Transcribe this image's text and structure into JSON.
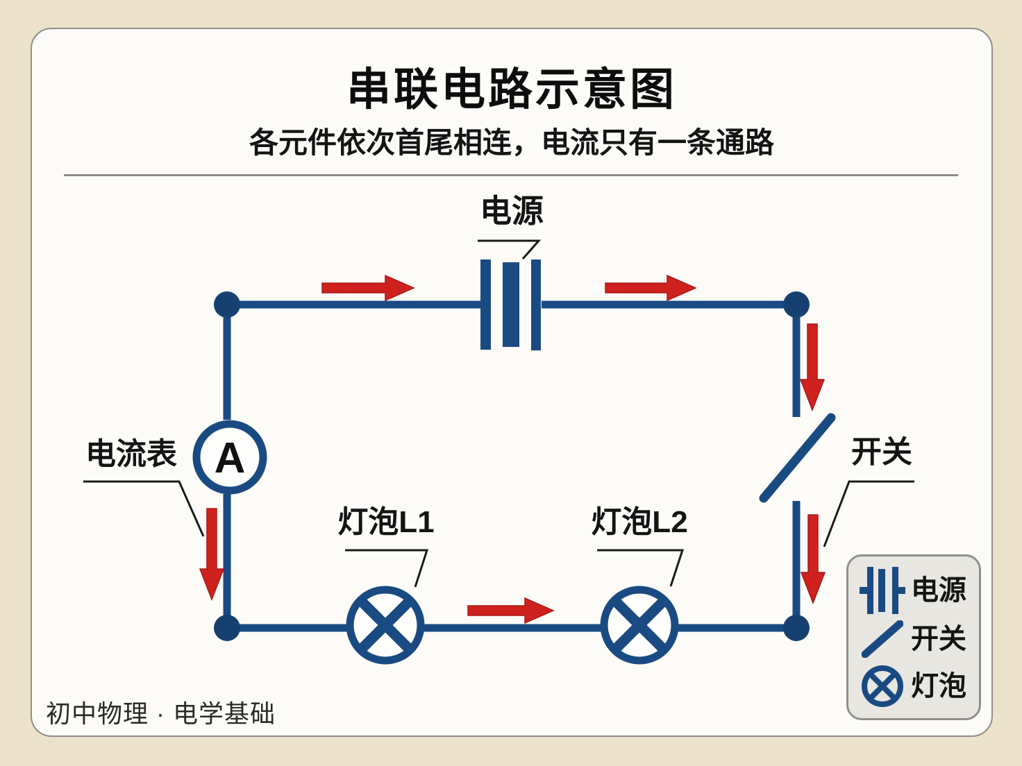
{
  "header": {
    "title": "串联电路示意图",
    "subtitle": "各元件依次首尾相连，电流只有一条通路"
  },
  "circuit": {
    "power_label": "电源",
    "ammeter_label": "电流表",
    "ammeter_symbol": "A",
    "bulb1_label": "灯泡L1",
    "bulb2_label": "灯泡L2",
    "switch_label": "开关",
    "current_direction": "clockwise"
  },
  "legend": {
    "items": [
      {
        "icon": "battery-icon",
        "label": "电源"
      },
      {
        "icon": "switch-icon",
        "label": "开关"
      },
      {
        "icon": "bulb-icon",
        "label": "灯泡"
      }
    ]
  },
  "footer": {
    "text": "初中物理 · 电学基础"
  },
  "colors": {
    "background": "#ece2c9",
    "card": "#fcfbf7",
    "wire_blue": "#1a4a82",
    "node_blue": "#16406f",
    "arrow_red": "#cf211d",
    "text_black": "#141414",
    "legend_bg": "#e7e6e1"
  }
}
